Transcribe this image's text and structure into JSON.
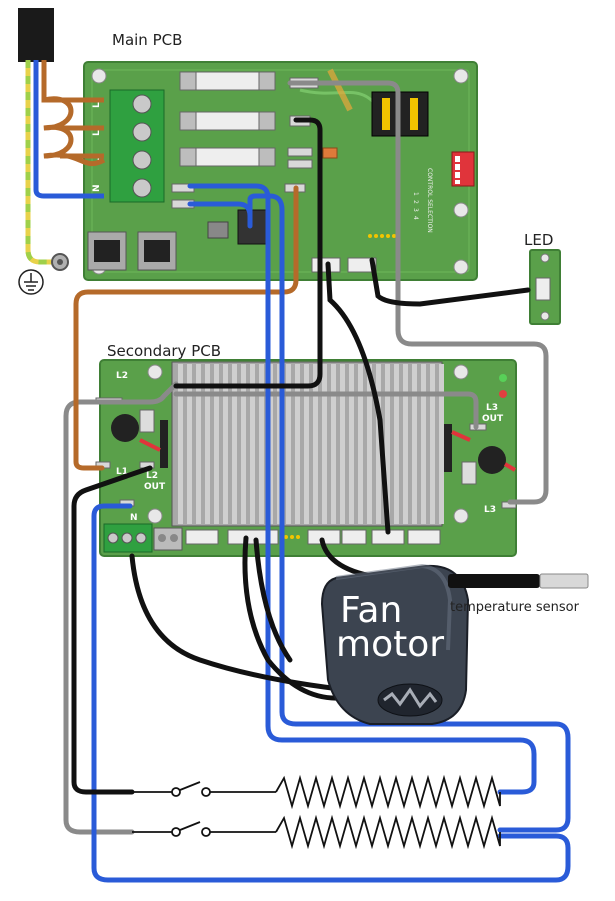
{
  "labels": {
    "main_pcb": "Main PCB",
    "secondary_pcb": "Secondary PCB",
    "led": "LED",
    "fan_line1": "Fan",
    "fan_line2": "motor",
    "temperature_sensor": "temperature sensor"
  },
  "main_pcb_terminals": [
    "L",
    "L",
    "L",
    "N"
  ],
  "secondary_pcb_marks": {
    "l2": "L2",
    "l1": "L1",
    "l2_out": [
      "L2",
      "OUT"
    ],
    "l3_out": [
      "L3",
      "OUT"
    ],
    "l3": "L3",
    "n": "N"
  },
  "silkscreen": {
    "control_selection": "CONTROL SELECTION",
    "switch_numbers": [
      "1",
      "2",
      "3",
      "4"
    ]
  },
  "colors": {
    "pcb_green": "#5aa04a",
    "pcb_dark": "#3f7f35",
    "wire_brown": "#b56a2a",
    "wire_blue": "#2a5bd8",
    "wire_black": "#111111",
    "wire_grey": "#8a8a8a",
    "earth_green": "#9fd04a",
    "earth_yellow": "#e8d24a",
    "dip_red": "#e0343b",
    "relay_yellow": "#f2c400"
  },
  "icons": [
    "earth-ground-icon",
    "fuse-icon",
    "dip-switch-icon",
    "heatsink-icon",
    "current-sensor-icon",
    "fan-motor-icon",
    "switch-icon",
    "heating-coil-icon"
  ]
}
